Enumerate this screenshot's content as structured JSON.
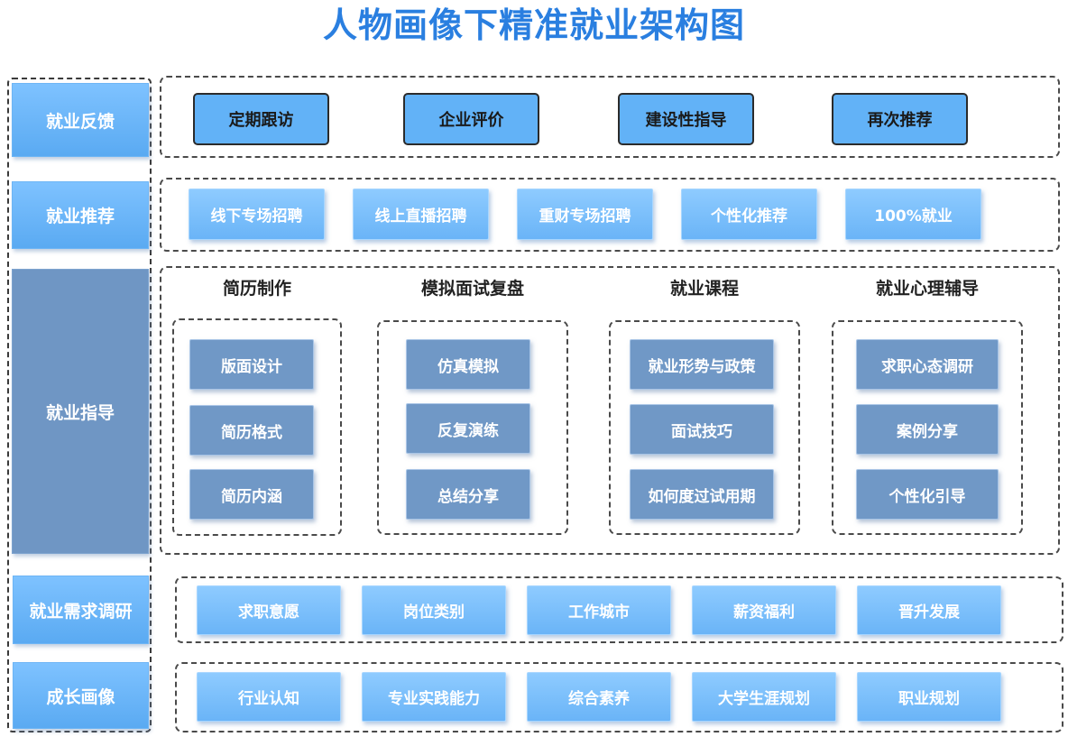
{
  "title": "人物画像下精准就业架构图",
  "layers": {
    "feedback": {
      "label": "就业反馈",
      "items": [
        "定期跟访",
        "企业评价",
        "建设性指导",
        "再次推荐"
      ]
    },
    "recommend": {
      "label": "就业推荐",
      "items": [
        "线下专场招聘",
        "线上直播招聘",
        "重财专场招聘",
        "个性化推荐",
        "100%就业"
      ]
    },
    "guidance": {
      "label": "就业指导",
      "groups": [
        {
          "title": "简历制作",
          "items": [
            "版面设计",
            "简历格式",
            "简历内涵"
          ]
        },
        {
          "title": "模拟面试复盘",
          "items": [
            "仿真模拟",
            "反复演练",
            "总结分享"
          ]
        },
        {
          "title": "就业课程",
          "items": [
            "就业形势与政策",
            "面试技巧",
            "如何度过试用期"
          ]
        },
        {
          "title": "就业心理辅导",
          "items": [
            "求职心态调研",
            "案例分享",
            "个性化引导"
          ]
        }
      ]
    },
    "research": {
      "label": "就业需求调研",
      "items": [
        "求职意愿",
        "岗位类别",
        "工作城市",
        "薪资福利",
        "晋升发展"
      ]
    },
    "growth": {
      "label": "成长画像",
      "items": [
        "行业认知",
        "专业实践能力",
        "综合素养",
        "大学生涯规划",
        "职业规划"
      ]
    }
  }
}
